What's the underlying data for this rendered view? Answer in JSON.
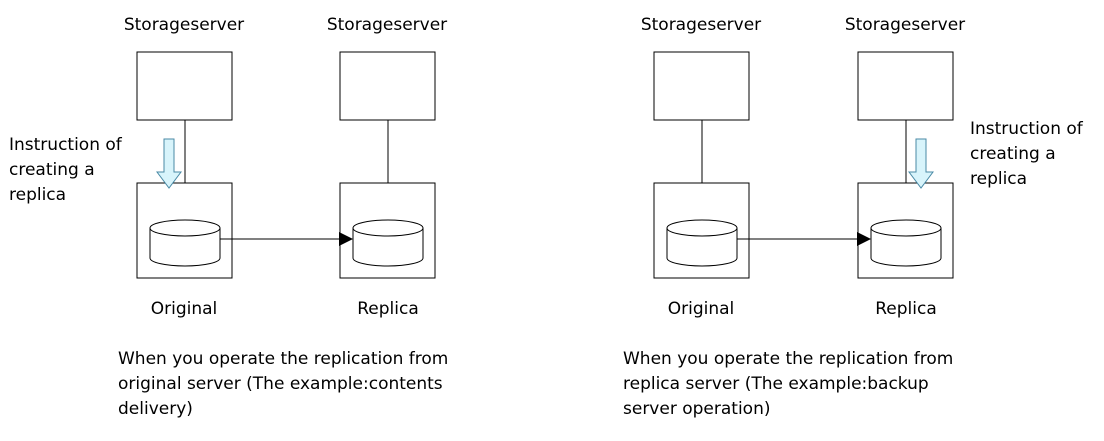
{
  "panels": [
    {
      "server_labels": [
        "Storageserver",
        "Storageserver"
      ],
      "instruction_lines": [
        "Instruction of",
        "creating a",
        "replica"
      ],
      "volume_labels": [
        "Original",
        "Replica"
      ],
      "caption_lines": [
        "When you operate the replication from",
        "original server (The example:contents",
        "delivery)"
      ]
    },
    {
      "server_labels": [
        "Storageserver",
        "Storageserver"
      ],
      "instruction_lines": [
        "Instruction of",
        "creating a",
        "replica"
      ],
      "volume_labels": [
        "Original",
        "Replica"
      ],
      "caption_lines": [
        "When you operate the replication from",
        "replica server (The example:backup",
        "server operation)"
      ]
    }
  ],
  "colors": {
    "instruction_arrow_fill": "#d8f4fb",
    "instruction_arrow_stroke": "#4a8aa6",
    "line": "#000000"
  }
}
